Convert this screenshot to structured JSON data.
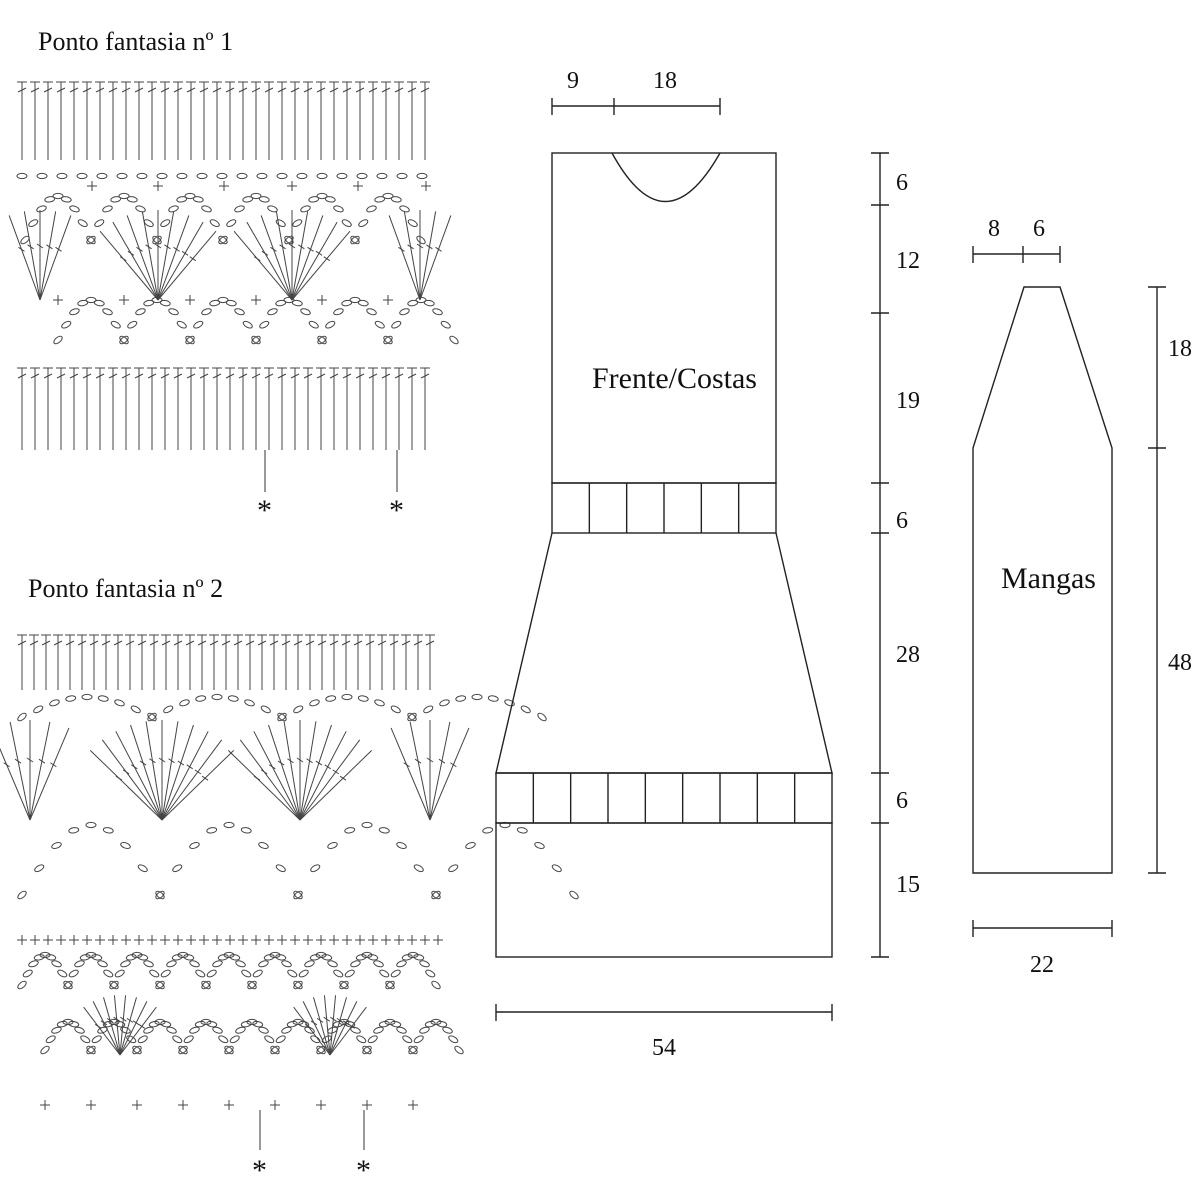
{
  "charts": {
    "chart1_title": "Ponto fantasia nº 1",
    "chart2_title": "Ponto fantasia nº 2",
    "marker": "*"
  },
  "front_back": {
    "label": "Frente/Costas",
    "width_bottom": "54",
    "neck_side": "9",
    "neck_width": "18",
    "heights": [
      "6",
      "12",
      "19",
      "6",
      "28",
      "6",
      "15"
    ]
  },
  "sleeve": {
    "label": "Mangas",
    "top_side": "8",
    "top_width": "6",
    "height_upper": "18",
    "height_lower": "48",
    "width_bottom": "22"
  }
}
